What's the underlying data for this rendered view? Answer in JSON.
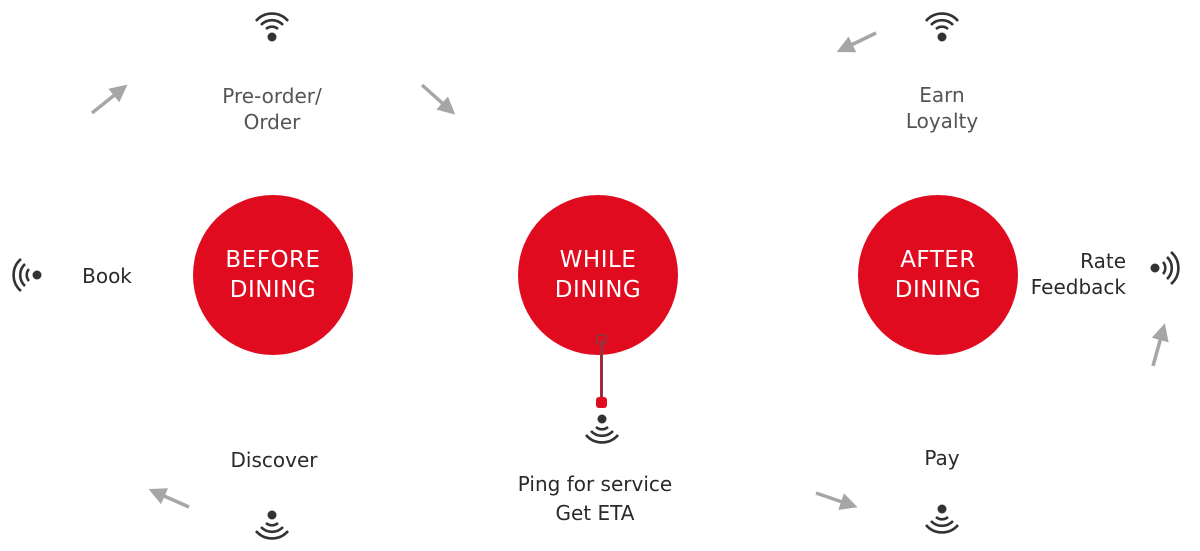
{
  "phases": [
    {
      "line1": "BEFORE",
      "line2": "DINING"
    },
    {
      "line1": "WHILE",
      "line2": "DINING"
    },
    {
      "line1": "AFTER",
      "line2": "DINING"
    }
  ],
  "steps": {
    "preorder": {
      "line1": "Pre-order/",
      "line2": "Order"
    },
    "earn": {
      "line1": "Earn",
      "line2": "Loyalty"
    },
    "book": "Book",
    "rate": {
      "line1": "Rate",
      "line2": "Feedback"
    },
    "discover": "Discover",
    "ping": {
      "line1": "Ping for service",
      "line2": "Get ETA"
    },
    "pay": "Pay"
  },
  "colors": {
    "accent": "#e00b1f",
    "arrow": "#a6a6a6",
    "icon": "#333333"
  }
}
